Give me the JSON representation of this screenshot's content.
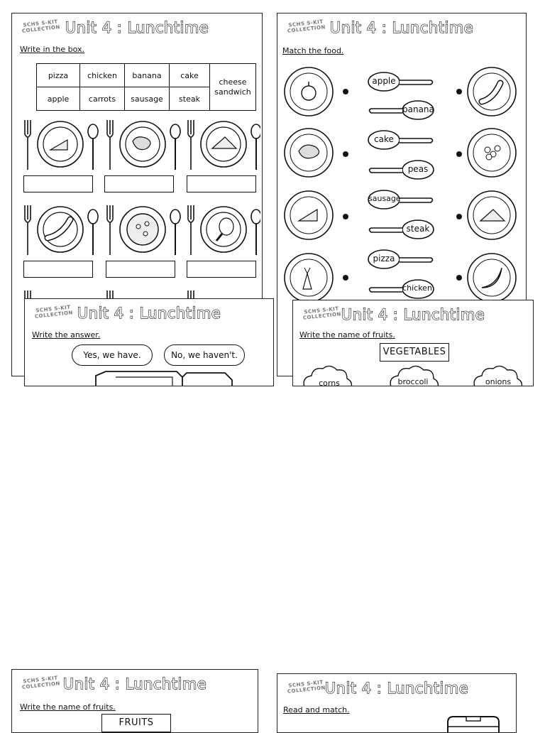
{
  "logo_text": "SCHS S-KIT COLLECTION",
  "sheets": {
    "top_left": {
      "title": "Unit 4 : Lunchtime",
      "instruction": "Write in the box.",
      "words_row1": [
        "pizza",
        "chicken",
        "banana",
        "cake"
      ],
      "words_row2": [
        "apple",
        "carrots",
        "sausage",
        "steak"
      ],
      "words_last": "cheese sandwich",
      "plate_foods_row1": [
        "cake-icon",
        "steak-icon",
        "sandwich-icon"
      ],
      "plate_foods_row2": [
        "sausage-icon",
        "pizza-icon",
        "chicken-icon"
      ]
    },
    "top_right": {
      "title": "Unit 4 : Lunchtime",
      "instruction": "Match the food.",
      "spoons": [
        "apple",
        "banana",
        "cake",
        "peas",
        "sausage",
        "steak",
        "pizza",
        "chicken"
      ],
      "left_plates": [
        "apple-icon",
        "steak-icon",
        "cake-icon",
        "carrots-icon"
      ],
      "right_plates": [
        "sausage-icon",
        "peas-icon",
        "sandwich-icon",
        "banana-icon"
      ]
    },
    "middle_left": {
      "title": "Unit 4 : Lunchtime",
      "instruction": "Write the answer.",
      "yes": "Yes, we have.",
      "no": "No, we haven't."
    },
    "middle_right": {
      "title": "Unit 4 : Lunchtime",
      "instruction": "Write the name of fruits.",
      "category": "VEGETABLES",
      "items": [
        "corns",
        "broccoli",
        "onions"
      ]
    },
    "bottom_left": {
      "title": "Unit 4 : Lunchtime",
      "instruction": "Write the name of fruits.",
      "category": "FRUITS"
    },
    "bottom_right": {
      "title": "Unit 4 : Lunchtime",
      "instruction": "Read and match."
    }
  }
}
